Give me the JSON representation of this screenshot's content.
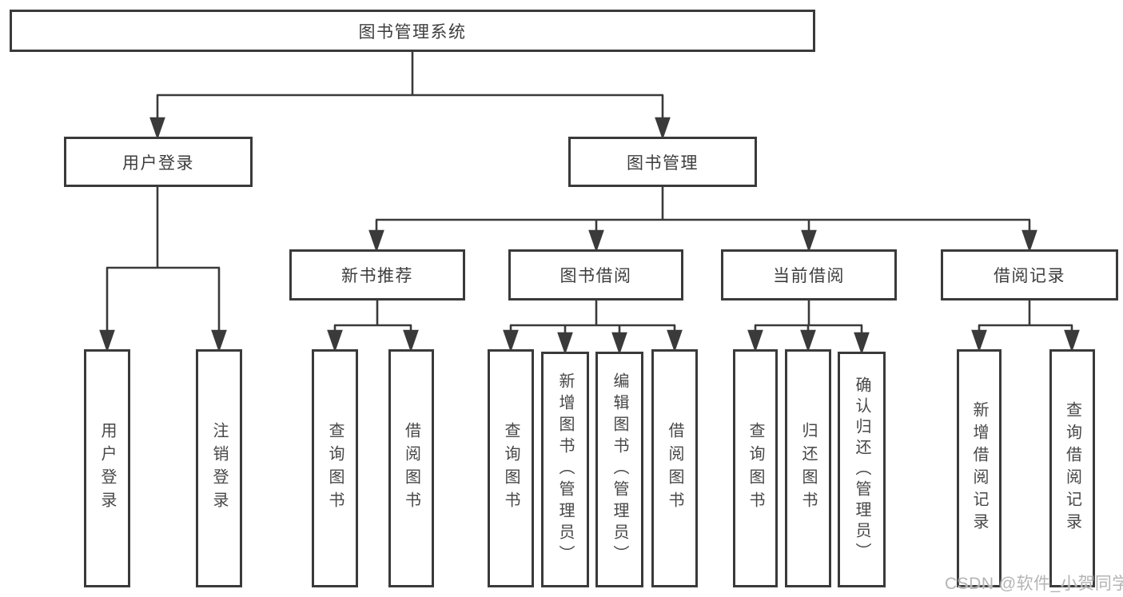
{
  "diagram_title": "图书管理系统",
  "nodes": {
    "root": {
      "label": "图书管理系统"
    },
    "user_login": {
      "label": "用户登录"
    },
    "book_mgmt": {
      "label": "图书管理"
    },
    "new_book_rec": {
      "label": "新书推荐"
    },
    "book_borrow": {
      "label": "图书借阅"
    },
    "current_borrow": {
      "label": "当前借阅"
    },
    "borrow_record": {
      "label": "借阅记录"
    }
  },
  "leaves": {
    "login": {
      "label": "用户登录"
    },
    "logout": {
      "label": "注销登录"
    },
    "rec_query": {
      "label": "查询图书"
    },
    "rec_borrow": {
      "label": "借阅图书"
    },
    "bb_query": {
      "label": "查询图书"
    },
    "bb_add": {
      "label": "新增图书（管理员）"
    },
    "bb_edit": {
      "label": "编辑图书（管理员）"
    },
    "bb_borrow": {
      "label": "借阅图书"
    },
    "cb_query": {
      "label": "查询图书"
    },
    "cb_return": {
      "label": "归还图书"
    },
    "cb_confirm": {
      "label": "确认归还（管理员）"
    },
    "br_add": {
      "label": "新增借阅记录"
    },
    "br_query": {
      "label": "查询借阅记录"
    }
  },
  "watermark": {
    "text": "CSDN @软件_小贺同学"
  },
  "colors": {
    "line": "#3a3a3a",
    "text": "#3d3d3d",
    "leaf-text": "#474747",
    "watermark": "#b4b4b4"
  }
}
